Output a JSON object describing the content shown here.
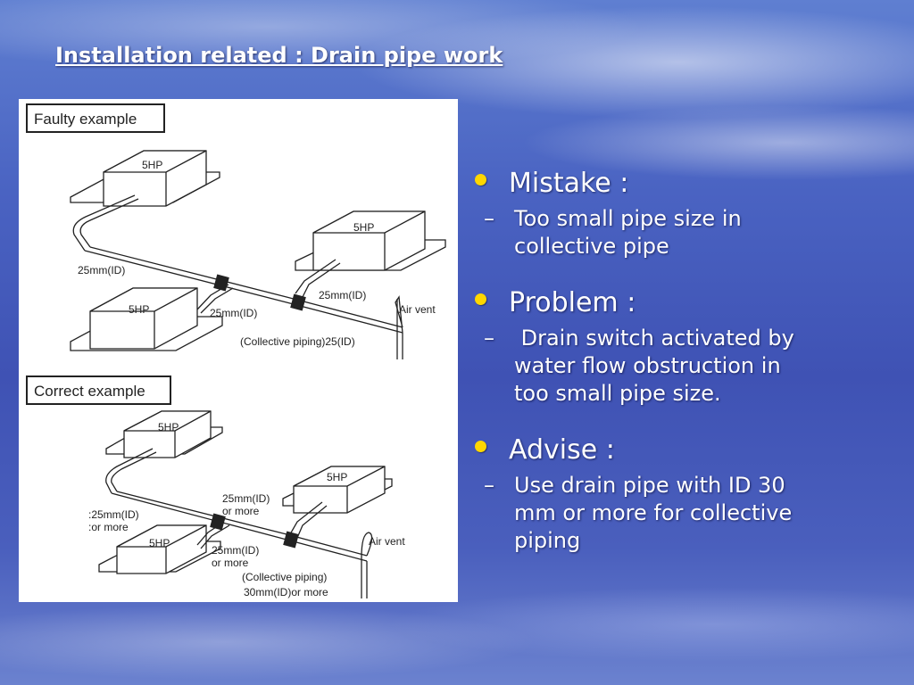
{
  "slide": {
    "title": "Installation related : Drain pipe work"
  },
  "figure": {
    "faulty": {
      "label": "Faulty example",
      "unit_top": "5HP",
      "unit_right": "5HP",
      "unit_left": "5HP",
      "pipe_left": "25mm(ID)",
      "pipe_mid": "25mm(ID)",
      "pipe_right": "25mm(ID)",
      "collective": "(Collective piping)25(ID)",
      "air_vent": "Air vent"
    },
    "correct": {
      "label": "Correct example",
      "unit_top": "5HP",
      "unit_right": "5HP",
      "unit_left": "5HP",
      "pipe_left_1": ":25mm(ID)",
      "pipe_left_2": ":or more",
      "pipe_right_1": "25mm(ID)",
      "pipe_right_2": "or more",
      "pipe_mid_1": "25mm(ID)",
      "pipe_mid_2": "or more",
      "collective_1": "(Collective piping)",
      "collective_2": "30mm(ID)or more",
      "air_vent": "Air vent"
    }
  },
  "points": [
    {
      "heading": "Mistake :",
      "detail": [
        "Too small pipe size in",
        "collective pipe"
      ]
    },
    {
      "heading": "Problem :",
      "detail": [
        " Drain switch activated by",
        "water flow obstruction in",
        "too small pipe size."
      ]
    },
    {
      "heading": "Advise :",
      "detail": [
        "Use drain pipe with ID 30",
        "mm or more for collective",
        "piping"
      ]
    }
  ],
  "colors": {
    "bullet": "#ffd700",
    "text": "#ffffff",
    "background": "#4a5fbd"
  }
}
